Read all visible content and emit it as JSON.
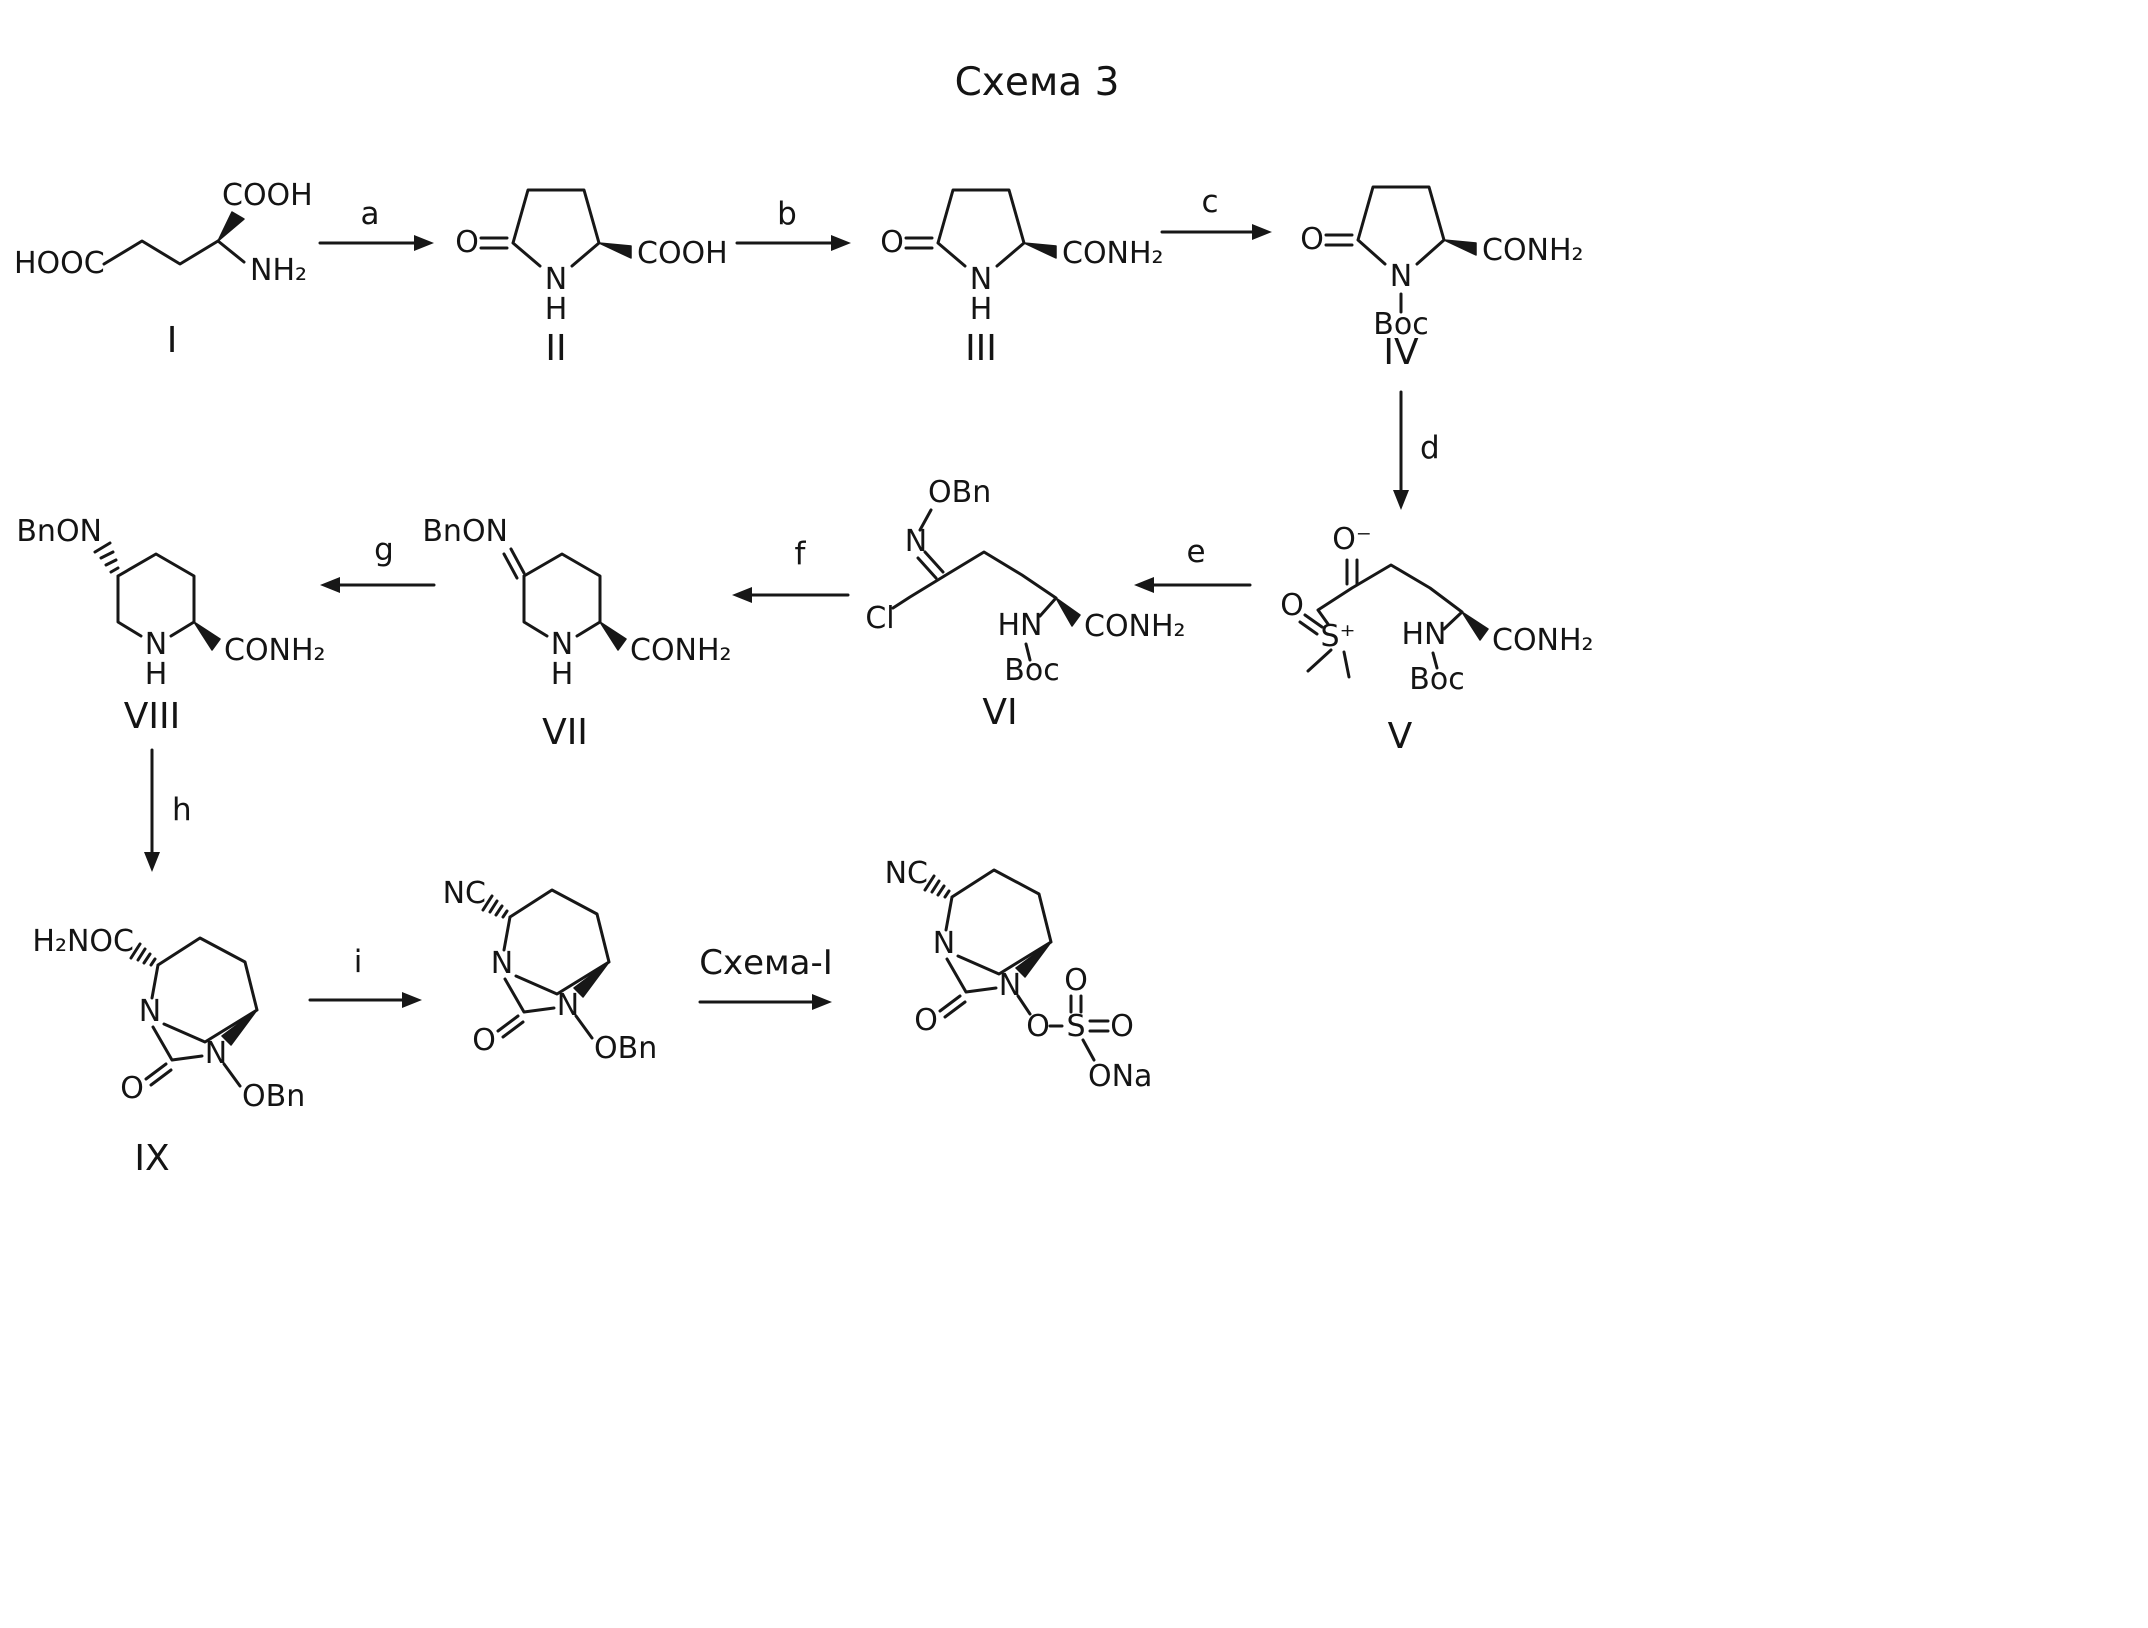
{
  "title": "Схема 3",
  "steps": {
    "a": "a",
    "b": "b",
    "c": "c",
    "d": "d",
    "e": "e",
    "f": "f",
    "g": "g",
    "h": "h",
    "i": "i",
    "to_scheme1": "Схема-I"
  },
  "compounds": {
    "c1": {
      "num": "I",
      "hooc": "HOOC",
      "cooh": "COOH",
      "nh2": "NH₂"
    },
    "c2": {
      "num": "II",
      "o": "O",
      "n": "N",
      "h": "H",
      "cooh": "COOH"
    },
    "c3": {
      "num": "III",
      "o": "O",
      "n": "N",
      "h": "H",
      "conh2": "CONH₂"
    },
    "c4": {
      "num": "IV",
      "o": "O",
      "n": "N",
      "boc": "Boc",
      "conh2": "CONH₂"
    },
    "c5": {
      "num": "V",
      "o_minus": "O⁻",
      "o": "O",
      "s_plus": "S⁺",
      "hn": "HN",
      "boc": "Boc",
      "conh2": "CONH₂"
    },
    "c6": {
      "num": "VI",
      "obn": "OBn",
      "n": "N",
      "cl": "Cl",
      "hn": "HN",
      "boc": "Boc",
      "conh2": "CONH₂"
    },
    "c7": {
      "num": "VII",
      "bnon": "BnON",
      "n": "N",
      "h": "H",
      "conh2": "CONH₂"
    },
    "c8": {
      "num": "VIII",
      "bnon": "BnON",
      "n": "N",
      "h": "H",
      "conh2": "CONH₂"
    },
    "c9": {
      "num": "IX",
      "h2noc": "H₂NOC",
      "n1": "N",
      "n6": "N",
      "o": "O",
      "obn": "OBn"
    },
    "c10": {
      "nc": "NC",
      "n1": "N",
      "n6": "N",
      "o": "O",
      "obn": "OBn"
    },
    "c11": {
      "nc": "NC",
      "n1": "N",
      "n6": "N",
      "o_keto": "O",
      "o_link": "O",
      "s": "S",
      "o_top": "O",
      "o_right": "O",
      "ona": "ONa"
    }
  }
}
